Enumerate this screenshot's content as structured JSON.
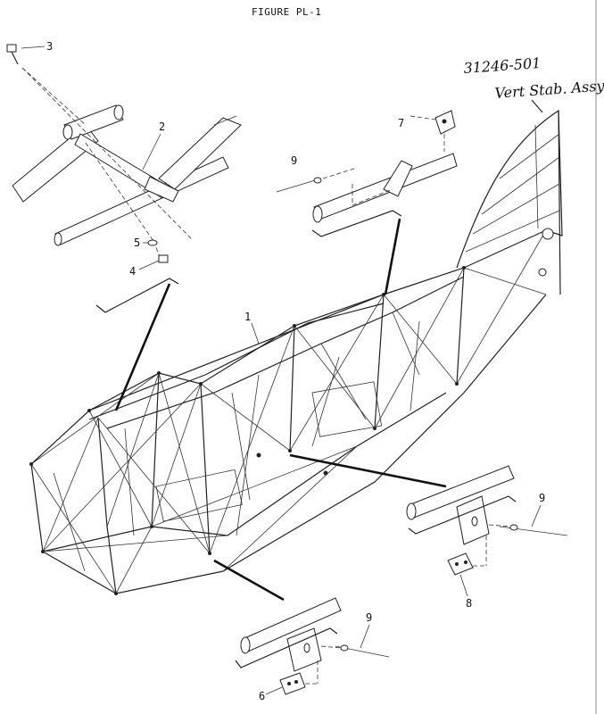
{
  "figure_title": "FIGURE PL-1",
  "handwritten_note": {
    "line1": "31246-501",
    "line2": "Vert Stab. Assy"
  },
  "callouts": {
    "fuselage_frame": "1",
    "cabane_fitting": "2",
    "bolt": "3",
    "nut": "4",
    "washer": "5",
    "plate_left": "6",
    "top_bracket": "7",
    "plate_right": "8",
    "pin_top": "9",
    "pin_right": "9",
    "pin_bottom": "9"
  }
}
